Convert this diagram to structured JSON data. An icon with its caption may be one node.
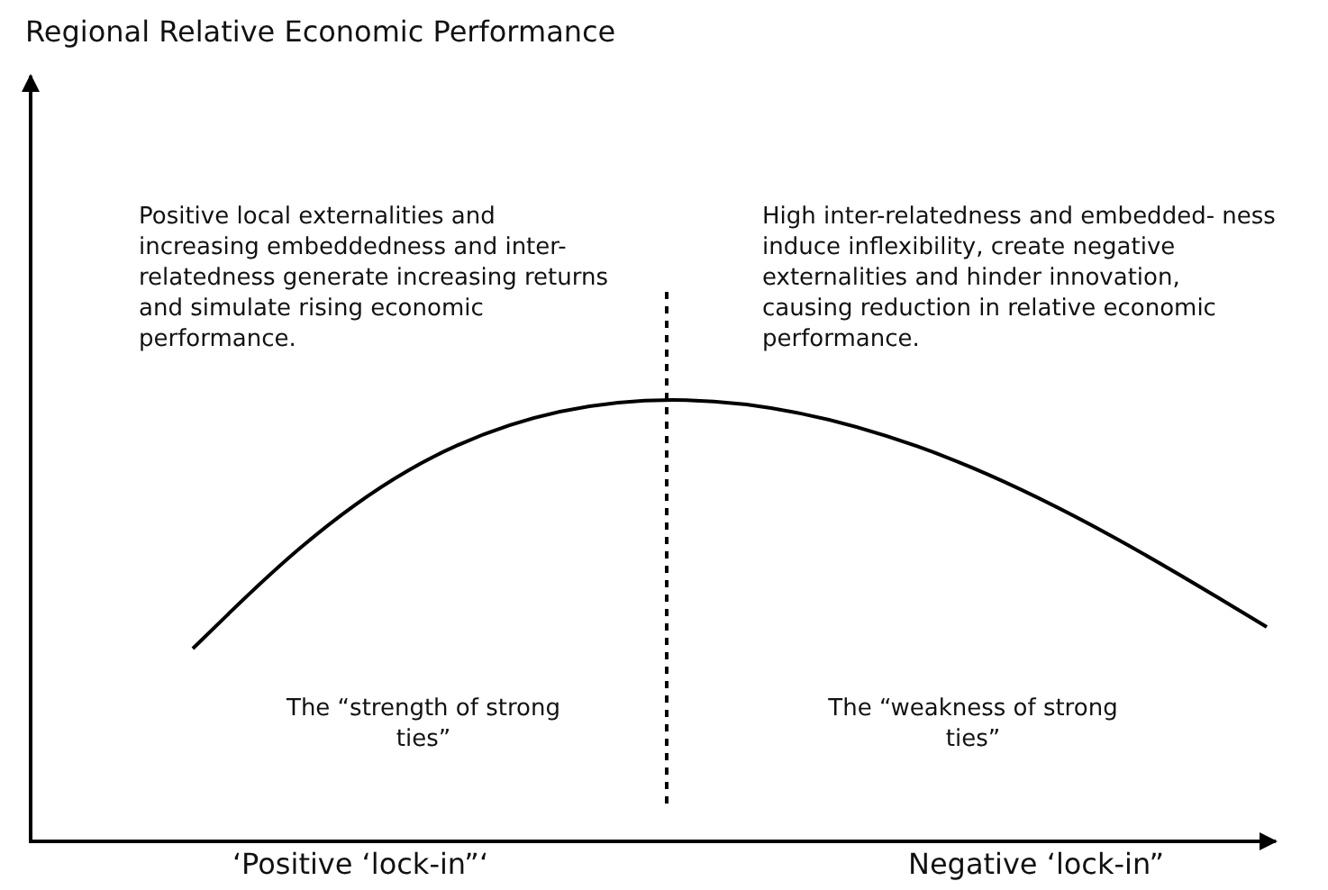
{
  "diagram": {
    "title": "Regional Relative Economic Performance",
    "labels": [
      "Positive local externalities and increasing embeddedness and inter-relatedness generate increasing returns and simulate rising economic performance.",
      "High inter-relatedness and embedded- ness induce inflexibility, create negative externalities and hinder innovation, causing reduction in relative economic performance.",
      "The “strength of strong ties”",
      "The “weakness of strong ties”",
      "‘Positive ‘lock-in”‘",
      "Negative ‘lock-in”"
    ]
  }
}
